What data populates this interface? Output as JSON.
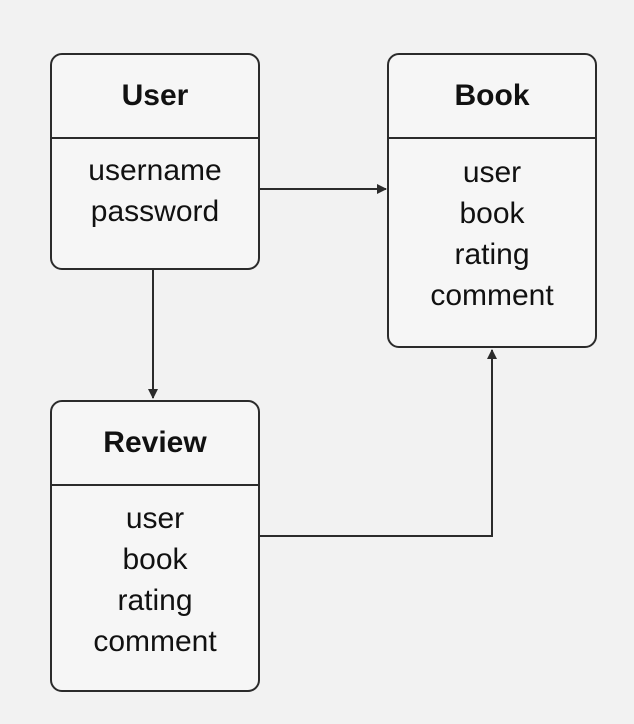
{
  "entities": {
    "user": {
      "title": "User",
      "fields": [
        "username",
        "password"
      ]
    },
    "book": {
      "title": "Book",
      "fields": [
        "user",
        "book",
        "rating",
        "comment"
      ]
    },
    "review": {
      "title": "Review",
      "fields": [
        "user",
        "book",
        "rating",
        "comment"
      ]
    }
  },
  "connectors": [
    {
      "from": "user",
      "to": "book"
    },
    {
      "from": "user",
      "to": "review"
    },
    {
      "from": "review",
      "to": "book"
    }
  ],
  "colors": {
    "background": "#f2f2f2",
    "stroke": "#2b2b2b"
  }
}
